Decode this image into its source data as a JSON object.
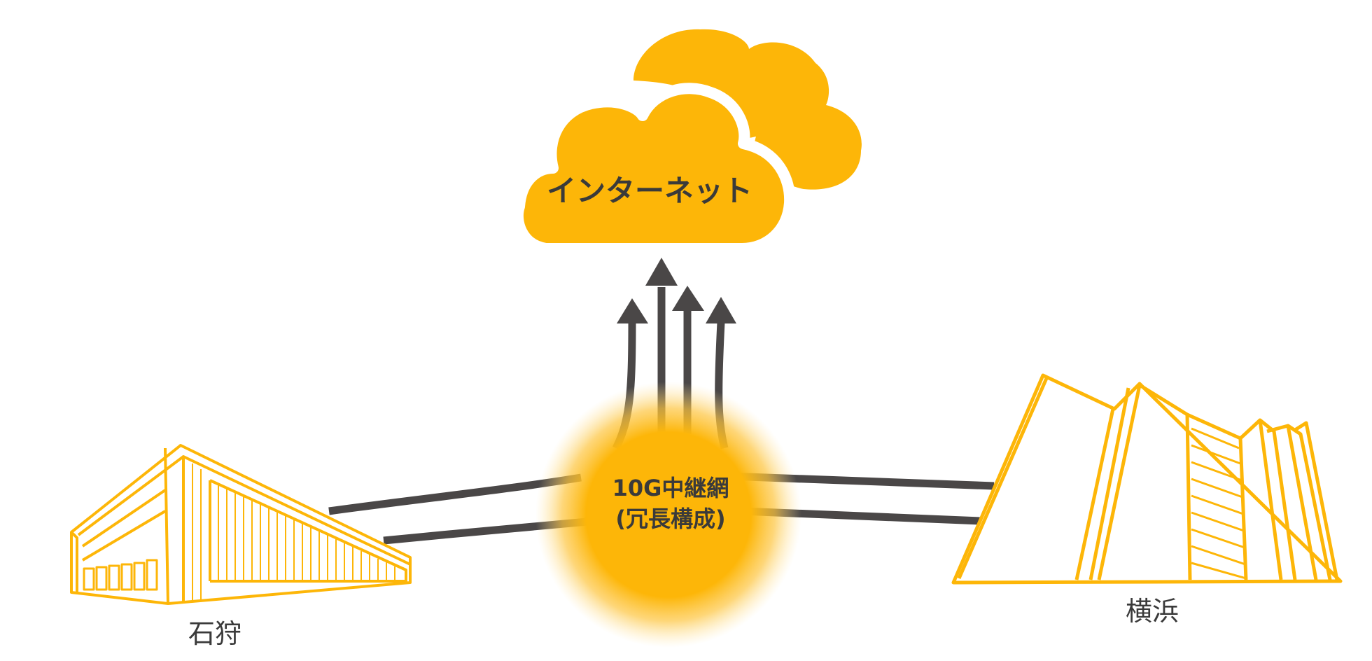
{
  "diagram": {
    "cloud_label": "インターネット",
    "hub_label_line1": "10G中継網",
    "hub_label_line2": "(冗長構成)",
    "site_left_label": "石狩",
    "site_right_label": "横浜"
  },
  "colors": {
    "accent": "#FDB608",
    "line": "#4A4747",
    "text": "#3A3A3A"
  }
}
